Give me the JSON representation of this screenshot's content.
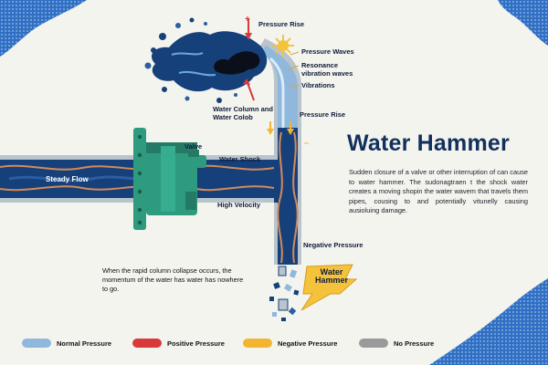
{
  "title": "Water Hammer",
  "description": "Sudden closure of a valve or other interruption of can cause to water hammer. The sudonagtraen t the shock water creates a moving shopin the water wavem that travels them pipes, cousing to and potentially vitunelly causing ausioluing damage.",
  "labels": {
    "pressure_rise_top": "Pressure Rise",
    "pressure_waves": "Pressure Waves",
    "resonance": "Resonance\nvibration waves",
    "vibrations": "Vibrations",
    "water_column": "Water Column and\nWater Colob",
    "pressure_rise_mid": "Pressure Rise",
    "valve": "Valve",
    "water_shock": "Water Shock",
    "steady_flow": "Steady Flow",
    "high_velocity": "High Velocity",
    "negative_pressure": "Negative Pressure",
    "plus_sign": "+"
  },
  "bottom_note": "When the rapid column collapse occurs, the momentum of the water has water has nowhere to go.",
  "badge": "Water\nHammer",
  "legend": [
    {
      "label": "Normal Pressure",
      "color": "#8fb8dc"
    },
    {
      "label": "Positive Pressure",
      "color": "#d83a3a"
    },
    {
      "label": "Negative Pressure",
      "color": "#f2b531"
    },
    {
      "label": "No Pressure",
      "color": "#9a9a9a"
    }
  ],
  "colors": {
    "pipe_water": "#16407a",
    "pipe_wall": "#b9c4cc",
    "pipe_accent": "#d38a5a",
    "valve": "#2e9a7e",
    "title": "#12305c",
    "corner_blobs": "#2f6fc4"
  }
}
